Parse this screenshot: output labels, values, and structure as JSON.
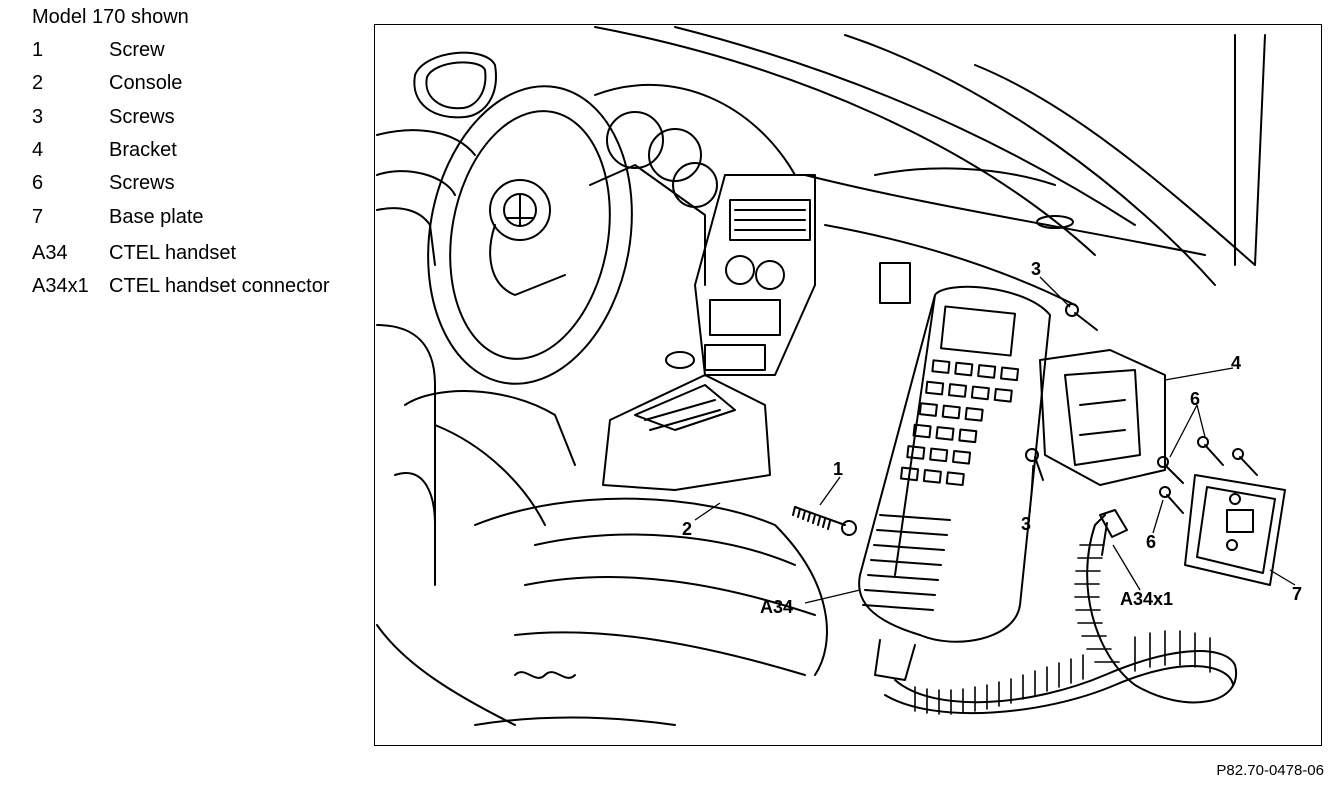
{
  "legend": {
    "title": "Model 170 shown",
    "items": [
      {
        "code": "1",
        "label": "Screw"
      },
      {
        "code": "2",
        "label": "Console"
      },
      {
        "code": "3",
        "label": "Screws"
      },
      {
        "code": "4",
        "label": "Bracket"
      },
      {
        "code": "6",
        "label": "Screws"
      },
      {
        "code": "7",
        "label": "Base plate"
      },
      {
        "code": "A34",
        "label": "CTEL handset"
      },
      {
        "code": "A34x1",
        "label": "CTEL handset connector"
      }
    ]
  },
  "callouts": {
    "c1": "1",
    "c2": "2",
    "c3a": "3",
    "c3b": "3",
    "c4": "4",
    "c6a": "6",
    "c6b": "6",
    "c7": "7",
    "a34": "A34",
    "a34x1": "A34x1"
  },
  "figure_ref": "P82.70-0478-06"
}
